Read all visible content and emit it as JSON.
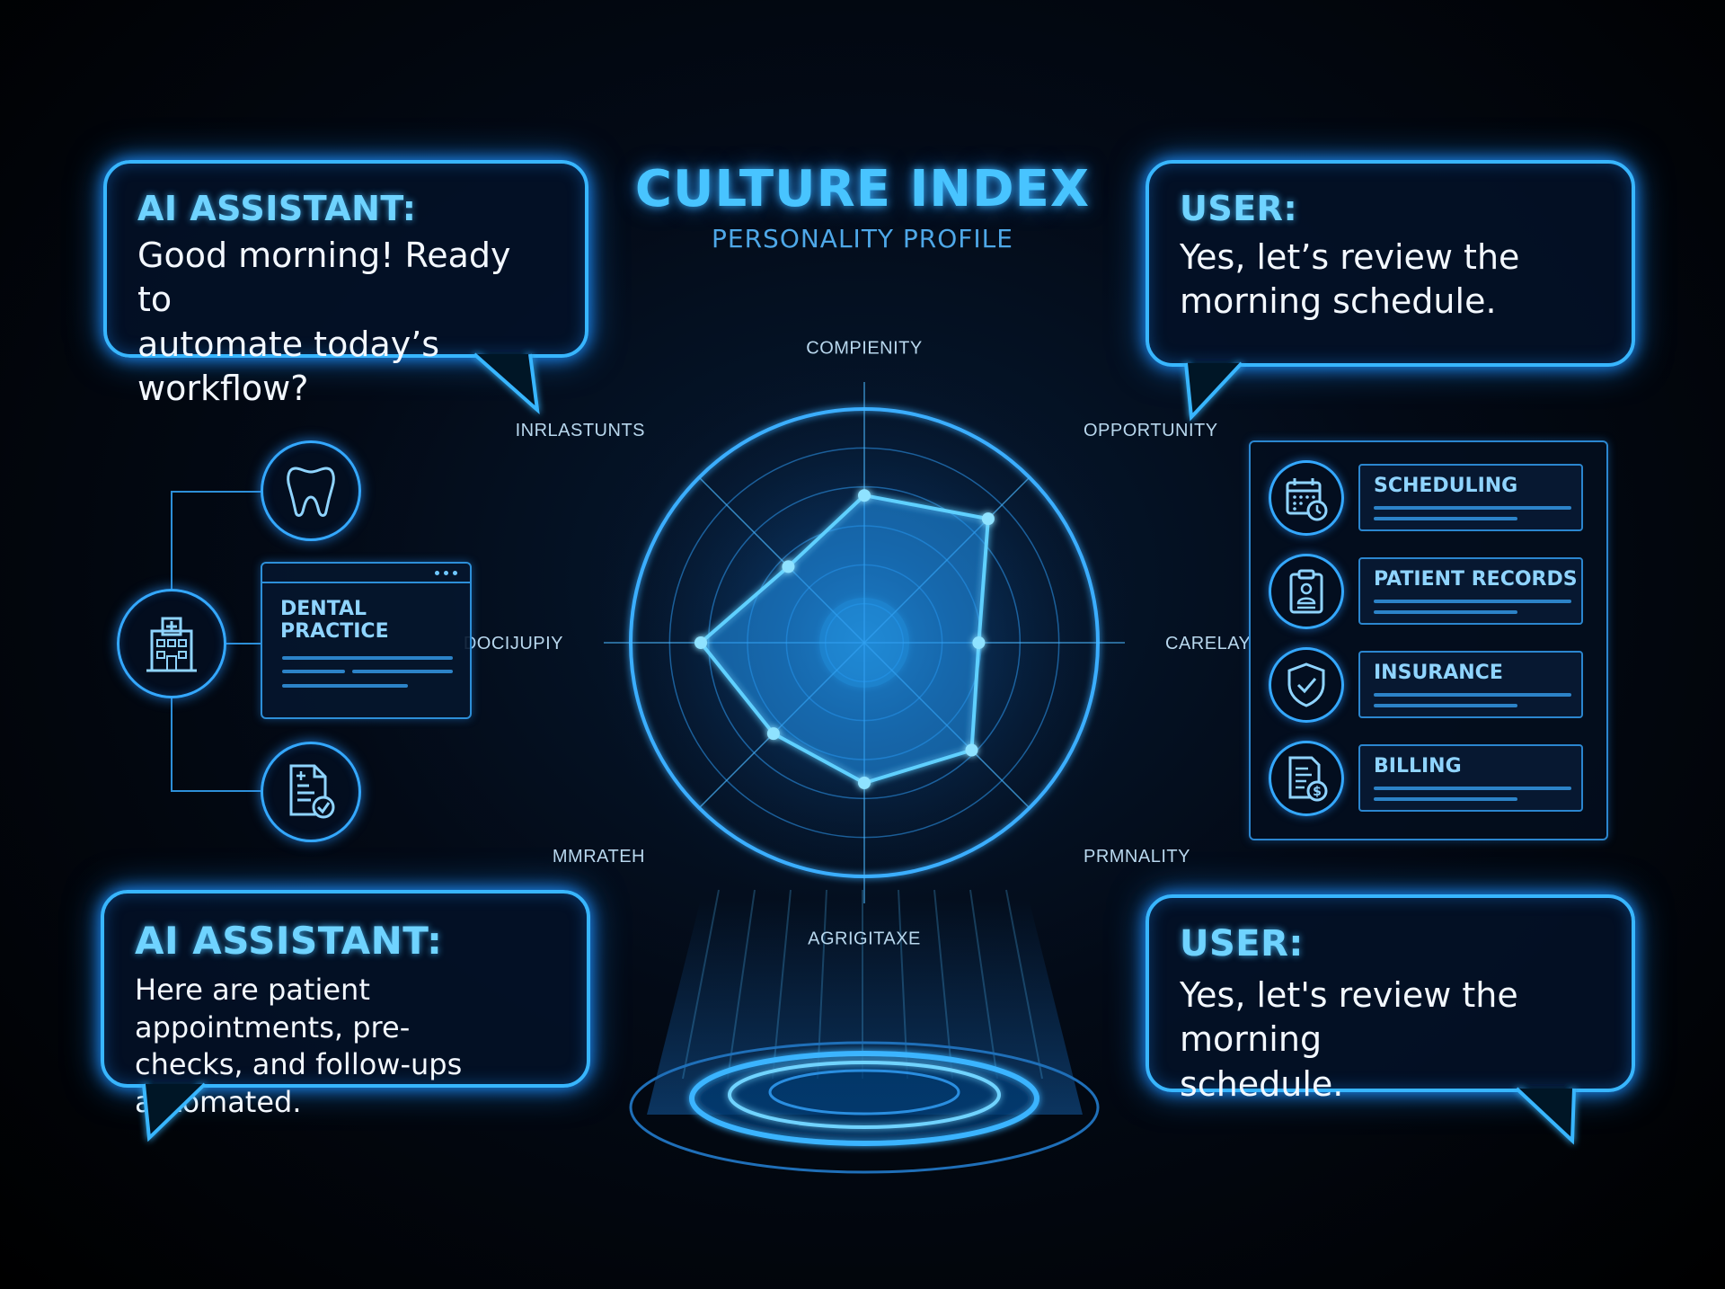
{
  "title": {
    "main": "CULTURE INDEX",
    "subtitle": "PERSONALITY PROFILE"
  },
  "bubbles": {
    "top_left": {
      "speaker": "AI ASSISTANT:",
      "lines": [
        "Good morning! Ready to",
        "automate today’s workflow?"
      ]
    },
    "top_right": {
      "speaker": "USER:",
      "lines": [
        "Yes, let’s review the",
        "morning schedule."
      ]
    },
    "bottom_left": {
      "speaker": "AI ASSISTANT:",
      "lines": [
        "Here are patient appointments, pre-",
        "checks, and follow-ups automated."
      ]
    },
    "bottom_right": {
      "speaker": "USER:",
      "lines": [
        "Yes, let's review the morning",
        "schedule."
      ]
    }
  },
  "radar": {
    "axes": [
      "COMPIENITY",
      "OPPORTUNITY",
      "CARELAY",
      "PRMNALITY",
      "AGRIGITAXE",
      "MMRATEH",
      "DOCIJUPIY",
      "INRLASTUNTS"
    ],
    "values": [
      0.63,
      0.75,
      0.49,
      0.65,
      0.6,
      0.55,
      0.7,
      0.46
    ],
    "rings": 5
  },
  "left_flow": {
    "icons": [
      "tooth-icon",
      "hospital-icon",
      "document-check-icon"
    ],
    "card_title": "DENTAL PRACTICE"
  },
  "services": [
    {
      "label": "SCHEDULING",
      "icon": "calendar-icon"
    },
    {
      "label": "PATIENT RECORDS",
      "icon": "clipboard-icon"
    },
    {
      "label": "INSURANCE",
      "icon": "shield-check-icon"
    },
    {
      "label": "BILLING",
      "icon": "invoice-dollar-icon"
    }
  ],
  "colors": {
    "accent": "#38b6ff",
    "glow": "#1e90ff",
    "background": "#000000",
    "text": "#f3f8ff"
  }
}
